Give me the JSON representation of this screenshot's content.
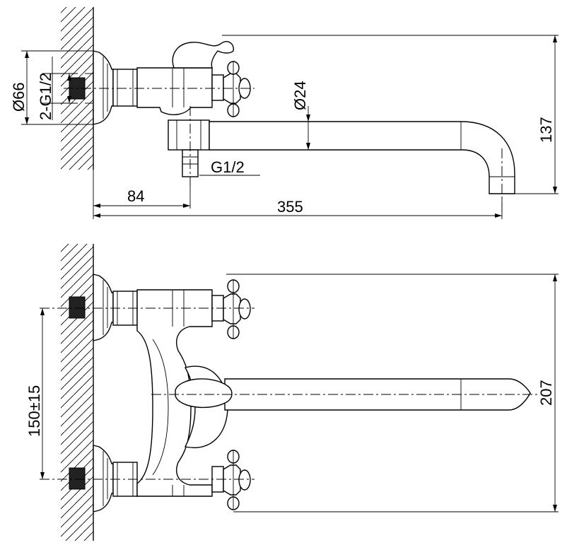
{
  "dimensions": {
    "top_view": {
      "flange_diameter": "Ø66",
      "inlet_thread": "2-G1/2",
      "spout_diameter": "Ø24",
      "outlet_thread": "G1/2",
      "height": "137",
      "wall_to_outlet": "84",
      "total_reach": "355"
    },
    "front_view": {
      "center_distance": "150±15",
      "height": "207"
    }
  }
}
